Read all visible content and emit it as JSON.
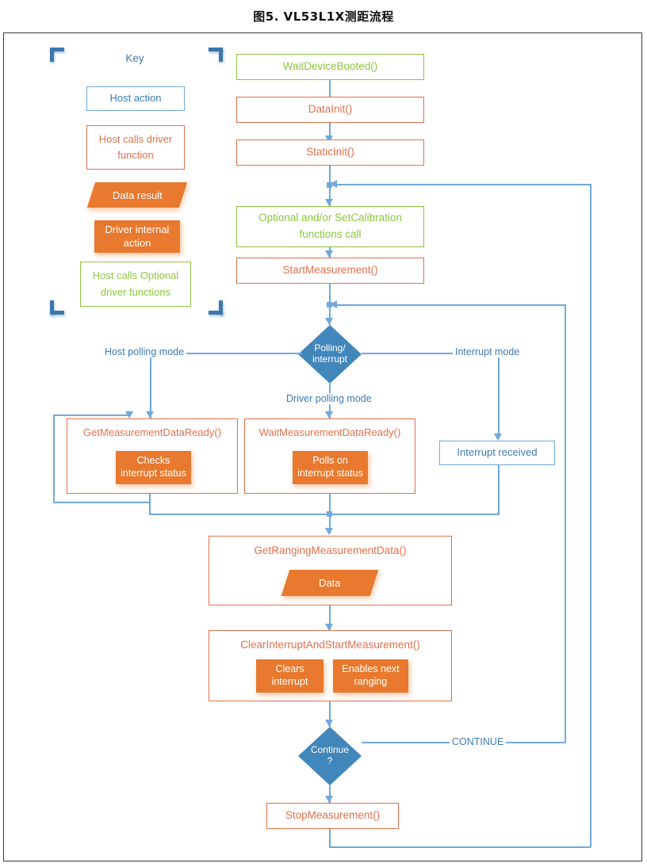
{
  "title": "图5.  VL53L1X测距流程",
  "colors": {
    "orange_fill": "#E8792E",
    "orange_outline": "#E2714B",
    "green_outline": "#8DC63F",
    "blue_outline": "#6FA8DC",
    "blue_text": "#3E7CAF",
    "diamond_fill": "#4287BB",
    "frame": "#3A3A3A"
  },
  "key": {
    "title": "Key",
    "items": [
      {
        "label": "Host action",
        "style": "blue-outline"
      },
      {
        "label": "Host calls driver function",
        "style": "orange-outline"
      },
      {
        "label": "Data result",
        "style": "orange-parallelogram"
      },
      {
        "label": "Driver internal action",
        "style": "orange-solid"
      },
      {
        "label": "Host calls Optional driver functions",
        "style": "green-outline"
      }
    ]
  },
  "flow": {
    "nodes": [
      {
        "id": "wait_device_booted",
        "label": "WaitDeviceBooted()",
        "style": "green-outline"
      },
      {
        "id": "data_init",
        "label": "DataInit()",
        "style": "orange-outline"
      },
      {
        "id": "static_init",
        "label": "StaticInit()",
        "style": "orange-outline"
      },
      {
        "id": "optional_setcalibration",
        "label": "Optional and/or SetCalibration functions call",
        "style": "green-outline"
      },
      {
        "id": "start_measurement",
        "label": "StartMeasurement()",
        "style": "orange-outline"
      },
      {
        "id": "polling_interrupt",
        "label_line1": "Polling/",
        "label_line2": "interrupt",
        "style": "decision"
      },
      {
        "id": "get_measurement_data_ready",
        "label": "GetMeasurementDataReady()",
        "style": "orange-outline",
        "inner": {
          "line1": "Checks",
          "line2": "interrupt status"
        }
      },
      {
        "id": "wait_measurement_data_ready",
        "label": "WaitMeasurementDataReady()",
        "style": "orange-outline",
        "inner": {
          "line1": "Polls on",
          "line2": "interrupt status"
        }
      },
      {
        "id": "interrupt_received",
        "label": "Interrupt received",
        "style": "blue-outline"
      },
      {
        "id": "get_ranging_measurement_data",
        "label": "GetRangingMeasurementData()",
        "style": "orange-outline",
        "inner": {
          "line1": "Data"
        }
      },
      {
        "id": "clear_interrupt_and_start_measurement",
        "label": "ClearInterruptAndStartMeasurement()",
        "style": "orange-outline",
        "inner_a": {
          "line1": "Clears",
          "line2": "interrupt"
        },
        "inner_b": {
          "line1": "Enables next",
          "line2": "ranging"
        }
      },
      {
        "id": "continue_decision",
        "label_line1": "Continue",
        "label_line2": "?",
        "style": "decision"
      },
      {
        "id": "stop_measurement",
        "label": "StopMeasurement()",
        "style": "orange-outline"
      }
    ],
    "edge_labels": {
      "host_polling": "Host polling mode",
      "driver_polling": "Driver polling mode",
      "interrupt_mode": "Interrupt mode",
      "continue": "CONTINUE"
    }
  }
}
